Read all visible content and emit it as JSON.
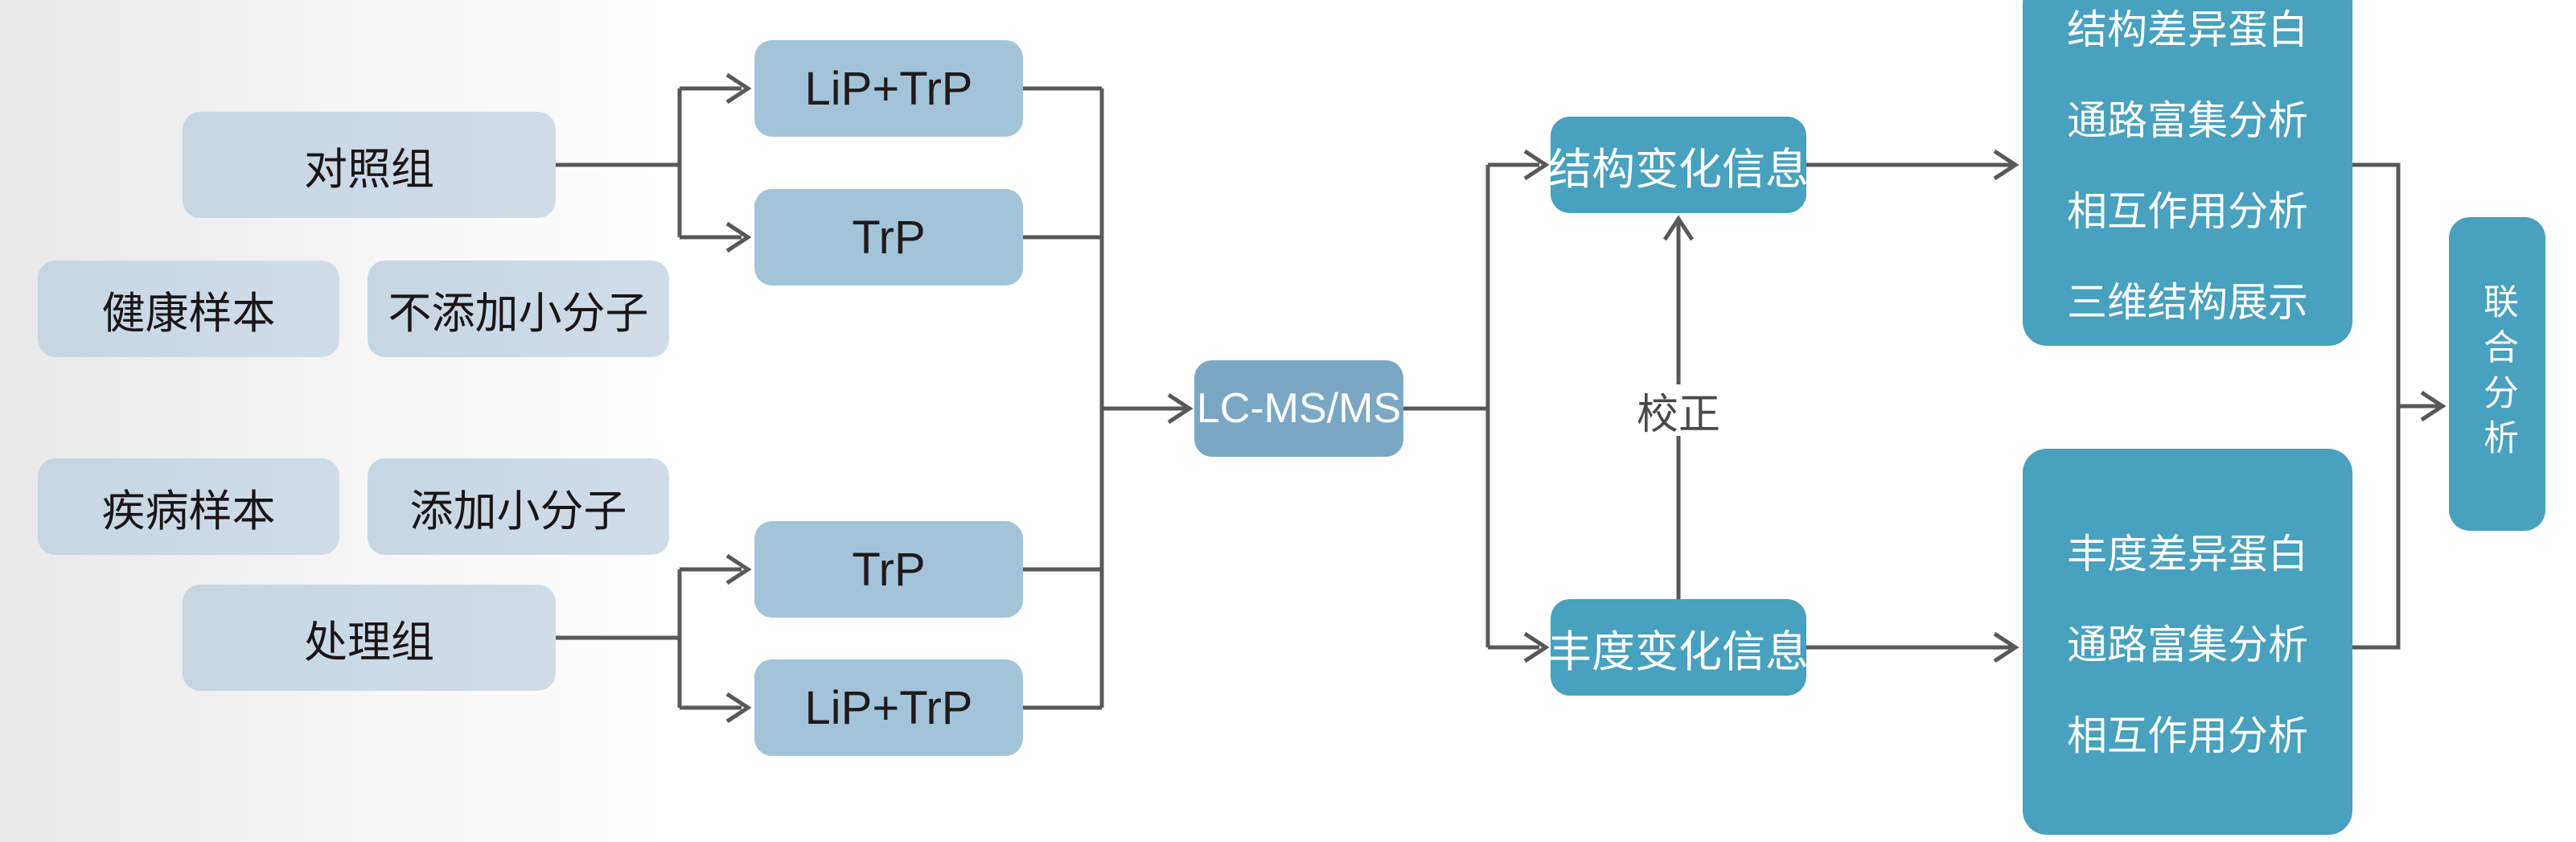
{
  "diagram": {
    "left_group": {
      "control_group": "对照组",
      "healthy_sample": "健康样本",
      "no_small_molecule": "不添加小分子",
      "disease_sample": "疾病样本",
      "add_small_molecule": "添加小分子",
      "treatment_group": "处理组"
    },
    "prep_top": [
      "LiP+TrP",
      "TrP"
    ],
    "prep_bottom": [
      "TrP",
      "LiP+TrP"
    ],
    "ms_node": "LC-MS/MS",
    "structure_info": "结构变化信息",
    "abundance_info": "丰度变化信息",
    "correction_label": "校正",
    "structure_outputs": [
      "结构差异蛋白",
      "通路富集分析",
      "相互作用分析",
      "三维结构展示"
    ],
    "abundance_outputs": [
      "丰度差异蛋白",
      "通路富集分析",
      "相互作用分析"
    ],
    "joint_analysis": "联合分析"
  },
  "colors": {
    "light_node": "#c9d9e5",
    "medium_node": "#a3c4d8",
    "ms_node": "#7aa8c4",
    "teal_node": "#47a1bf",
    "connector": "#58585a",
    "text_dark": "#1b1517",
    "text_light": "#ffffff",
    "background_left": "#e9e9e9",
    "background_right": "#ffffff"
  }
}
